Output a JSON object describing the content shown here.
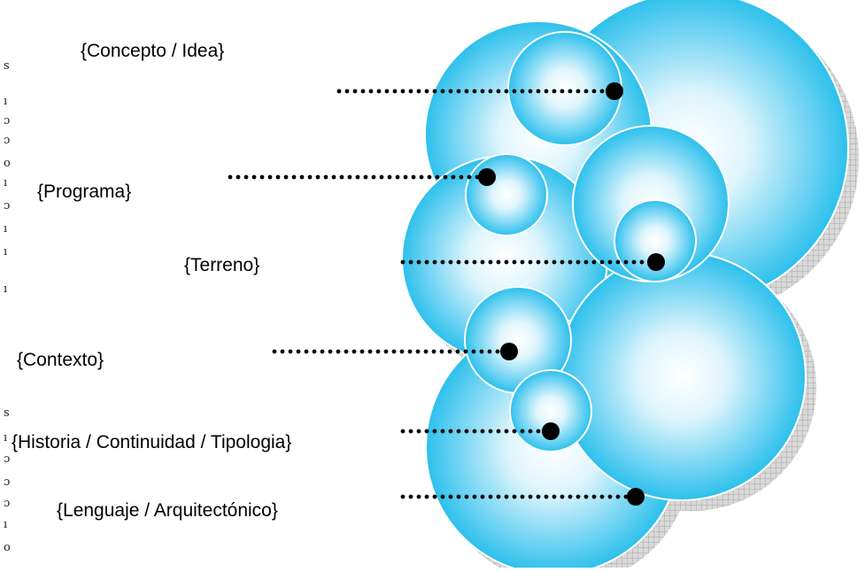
{
  "diagram": {
    "labels": {
      "concepto": "{Concepto / Idea}",
      "programa": "{Programa}",
      "terreno": "{Terreno}",
      "contexto": "{Contexto}",
      "historia": "{Historia / Continuidad / Tipologia}",
      "lenguaje": "{Lenguaje / Arquitectónico}"
    },
    "colors": {
      "bubble_edge": "#2cc0ec",
      "bubble_highlight": "#ffffff",
      "bubble_outline": "#ffffff",
      "shadow": "#b8b8b8",
      "dot": "#000000"
    }
  }
}
